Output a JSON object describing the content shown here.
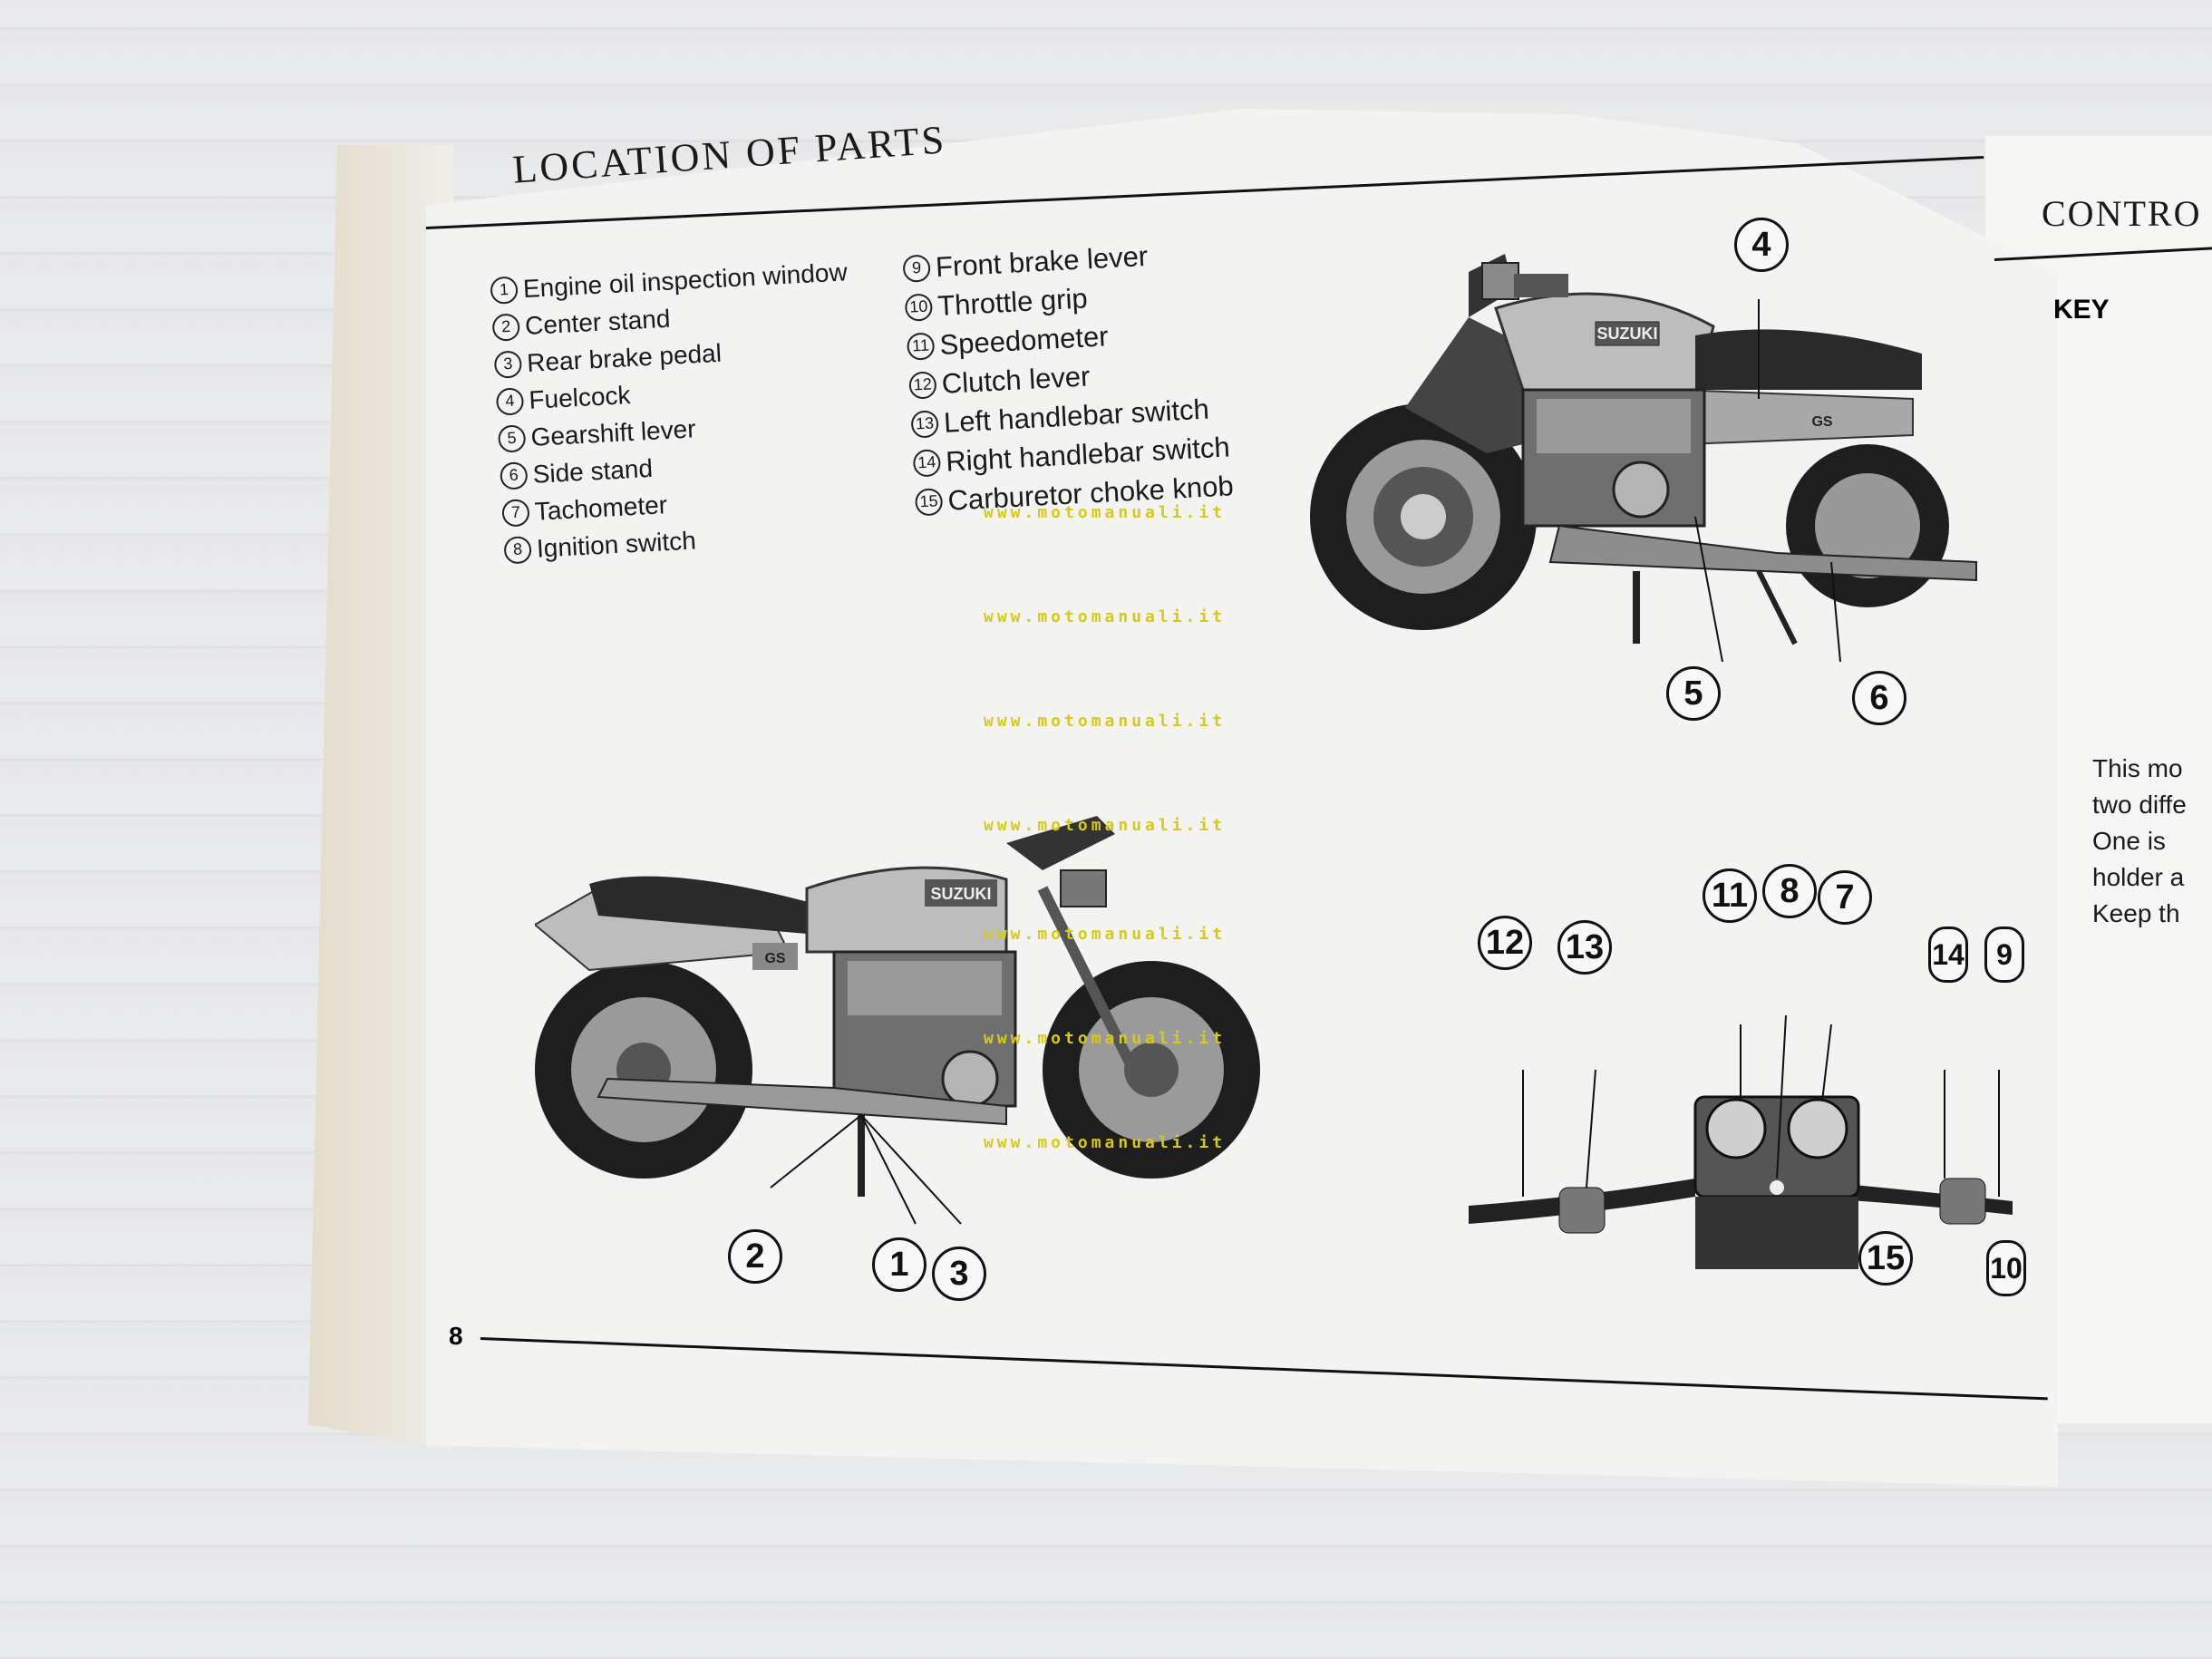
{
  "page": {
    "title": "LOCATION OF PARTS",
    "page_number": "8",
    "watermark": "www.motomanuali.it"
  },
  "parts_left": [
    {
      "n": "1",
      "label": "Engine oil inspection window"
    },
    {
      "n": "2",
      "label": "Center stand"
    },
    {
      "n": "3",
      "label": "Rear brake pedal"
    },
    {
      "n": "4",
      "label": "Fuelcock"
    },
    {
      "n": "5",
      "label": "Gearshift lever"
    },
    {
      "n": "6",
      "label": "Side stand"
    },
    {
      "n": "7",
      "label": "Tachometer"
    },
    {
      "n": "8",
      "label": "Ignition switch"
    }
  ],
  "parts_right": [
    {
      "n": "9",
      "label": "Front brake lever"
    },
    {
      "n": "10",
      "label": "Throttle grip"
    },
    {
      "n": "11",
      "label": "Speedometer"
    },
    {
      "n": "12",
      "label": "Clutch lever"
    },
    {
      "n": "13",
      "label": "Left handlebar switch"
    },
    {
      "n": "14",
      "label": "Right handlebar switch"
    },
    {
      "n": "15",
      "label": "Carburetor choke knob"
    }
  ],
  "callouts": {
    "c1": "1",
    "c2": "2",
    "c3": "3",
    "c4": "4",
    "c5": "5",
    "c6": "6",
    "c7": "7",
    "c8": "8",
    "c9": "9",
    "c10": "10",
    "c11": "11",
    "c12": "12",
    "c13": "13",
    "c14": "14",
    "c15": "15"
  },
  "bike_badges": {
    "brand": "SUZUKI",
    "model": "GS"
  },
  "right_page": {
    "heading": "CONTRO",
    "key_label": "KEY",
    "lines": [
      "This mo",
      "two diffe",
      "One is",
      "holder a",
      "Keep th"
    ]
  }
}
